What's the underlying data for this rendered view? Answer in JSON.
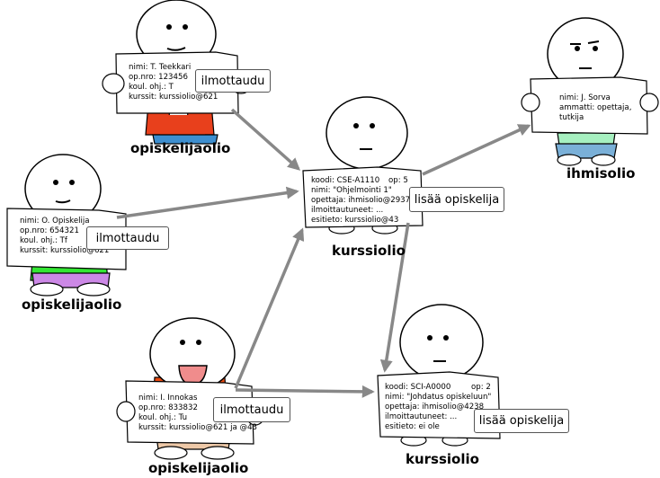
{
  "objects": {
    "teekkari": {
      "title": "opiskelijaolio",
      "lines": [
        "nimi: T. Teekkari",
        "op.nro: 123456",
        "koul. ohj.: T",
        "kurssit: kurssiolio@621"
      ],
      "action": "ilmottaudu"
    },
    "opiskelija": {
      "title": "opiskelijaolio",
      "lines": [
        "nimi: O. Opiskelija",
        "op.nro: 654321",
        "koul. ohj.: Tf",
        "kurssit: kurssiolio@621"
      ],
      "action": "ilmottaudu"
    },
    "innokas": {
      "title": "opiskelijaolio",
      "lines": [
        "nimi:  I. Innokas",
        "op.nro: 833832",
        "koul. ohj.: Tu",
        "kurssit: kurssiolio@621 ja @43"
      ],
      "action": "ilmottaudu"
    },
    "kurssi1": {
      "title": "kurssiolio",
      "code_line": "koodi:  CSE-A1110",
      "ops": "op: 5",
      "lines": [
        "nimi: \"Ohjelmointi 1\"",
        "opettaja: ihmisolio@2937",
        "ilmoittautuneet: ...",
        "esitieto: kurssiolio@43"
      ],
      "action": "lisää opiskelija"
    },
    "kurssi2": {
      "title": "kurssiolio",
      "code_line": "koodi:  SCI-A0000",
      "ops": "op: 2",
      "lines": [
        "nimi: \"Johdatus opiskeluun\"",
        "opettaja: ihmisolio@4238",
        "ilmoittautuneet: ...",
        "esitieto: ei ole"
      ],
      "action": "lisää opiskelija"
    },
    "sorva": {
      "title": "ihmisolio",
      "lines": [
        "nimi: J. Sorva",
        "ammatti: opettaja,",
        "tutkija"
      ]
    }
  },
  "colors": {
    "teekkari_shirt": "#e8401c",
    "teekkari_pants": "#3d8fd0",
    "opiskelija_shirt": "#33e633",
    "opiskelija_pants": "#cc88e6",
    "innokas_shirt": "#e84a10",
    "innokas_pants": "#eec9a8",
    "sorva_shirt": "#a6f0c0",
    "sorva_pants": "#7ab0d8",
    "arrow": "#888888"
  }
}
